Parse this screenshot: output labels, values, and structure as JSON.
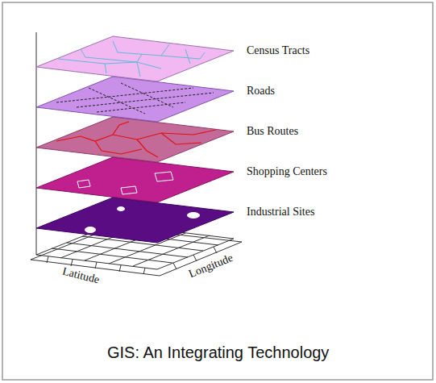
{
  "diagram": {
    "caption": "GIS: An Integrating Technology",
    "labels": [
      "Census Tracts",
      "Roads",
      "Bus Routes",
      "Shopping Centers",
      "Industrial Sites",
      "Latitude",
      "Longitude"
    ]
  }
}
